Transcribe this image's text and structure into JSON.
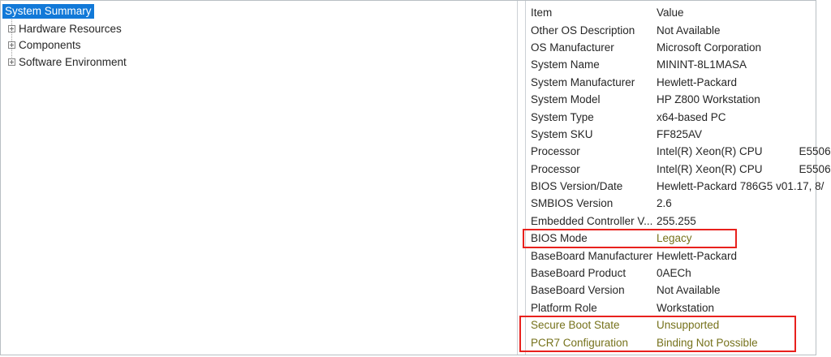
{
  "tree": {
    "items": [
      {
        "label": "System Summary",
        "state": "selected"
      },
      {
        "label": "Hardware Resources",
        "state": "collapsed"
      },
      {
        "label": "Components",
        "state": "collapsed"
      },
      {
        "label": "Software Environment",
        "state": "collapsed"
      }
    ]
  },
  "details": {
    "columns": {
      "item": "Item",
      "value": "Value"
    },
    "rows": [
      {
        "item": "Other OS Description",
        "value": "Not Available",
        "highlight": "none"
      },
      {
        "item": "OS Manufacturer",
        "value": "Microsoft Corporation",
        "highlight": "none"
      },
      {
        "item": "System Name",
        "value": "MININT-8L1MASA",
        "highlight": "none"
      },
      {
        "item": "System Manufacturer",
        "value": "Hewlett-Packard",
        "highlight": "none"
      },
      {
        "item": "System Model",
        "value": "HP Z800 Workstation",
        "highlight": "none"
      },
      {
        "item": "System Type",
        "value": "x64-based PC",
        "highlight": "none"
      },
      {
        "item": "System SKU",
        "value": "FF825AV",
        "highlight": "none"
      },
      {
        "item": "Processor",
        "value": "Intel(R) Xeon(R) CPU            E5506",
        "highlight": "none"
      },
      {
        "item": "Processor",
        "value": "Intel(R) Xeon(R) CPU            E5506",
        "highlight": "none"
      },
      {
        "item": "BIOS Version/Date",
        "value": "Hewlett-Packard 786G5 v01.17, 8/",
        "highlight": "none"
      },
      {
        "item": "SMBIOS Version",
        "value": "2.6",
        "highlight": "none"
      },
      {
        "item": "Embedded Controller V...",
        "value": "255.255",
        "highlight": "none"
      },
      {
        "item": "BIOS Mode",
        "value": "Legacy",
        "highlight": "value"
      },
      {
        "item": "BaseBoard Manufacturer",
        "value": "Hewlett-Packard",
        "highlight": "none"
      },
      {
        "item": "BaseBoard Product",
        "value": "0AECh",
        "highlight": "none"
      },
      {
        "item": "BaseBoard Version",
        "value": "Not Available",
        "highlight": "none"
      },
      {
        "item": "Platform Role",
        "value": "Workstation",
        "highlight": "none"
      },
      {
        "item": "Secure Boot State",
        "value": "Unsupported",
        "highlight": "row"
      },
      {
        "item": "PCR7 Configuration",
        "value": "Binding Not Possible",
        "highlight": "row"
      }
    ]
  },
  "annotations": {
    "box_color": "#e8211d",
    "highlight_text_color": "#76721c",
    "boxes": [
      "bios-mode-row",
      "secure-boot-and-pcr7-rows"
    ]
  },
  "colors": {
    "selection_blue": "#1279d8",
    "text": "#262626",
    "window_border": "#b9bfc3"
  }
}
